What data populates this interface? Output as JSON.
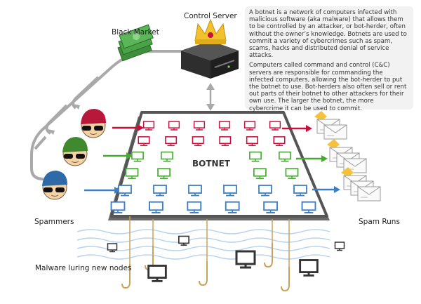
{
  "labels": {
    "black_market": "Black Market",
    "control_server": "Control Server",
    "botnet": "BOTNET",
    "spammers": "Spammers",
    "spam_runs": "Spam Runs",
    "malware": "Malware luring new nodes"
  },
  "description": {
    "p1": "A botnet is a network of computers infected with malicious software (aka malware) that allows them to be controlled by an attacker, or bot-herder, often without the owner’s knowledge. Botnets are used to commit a variety of cybercrimes such as spam, scams, hacks and distributed denial of service attacks.",
    "p2": "Computers called command and control (C&C) servers are responsible for commanding the infected computers, allowing the bot-herder to put the botnet to use. Bot-herders also often sell or rent out parts of their botnet to other attackers for their own use. The larger the botnet, the more cybercrime it can be used to commit."
  },
  "colors": {
    "red": "#c8103b",
    "green": "#46a832",
    "blue": "#3d7fc4",
    "gray_arrow": "#a9a9a9",
    "water": "#b9d4ee"
  }
}
